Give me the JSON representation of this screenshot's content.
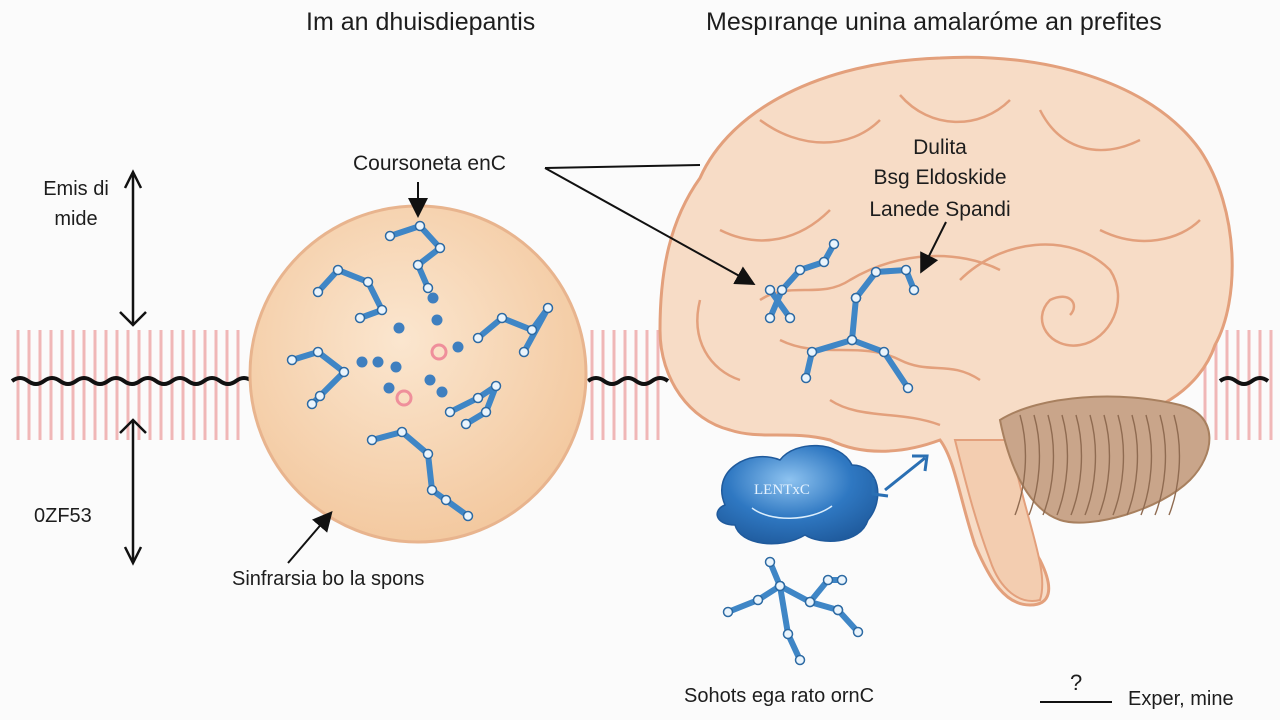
{
  "titles": {
    "left": "Im an dhuisdiepantis",
    "right": "Mespıranqe unina amalaróme an prefites"
  },
  "labels": {
    "axis_top": "Emis di\nmide",
    "axis_bottom": "0ZF53",
    "sphere_top": "Coursoneta enC",
    "sphere_bottom": "Sinfrarsia bo la spons",
    "brain_inner_line1": "Dulita",
    "brain_inner_line2": "Bsg Eldoskide",
    "brain_inner_line3": "Lanede Spandi",
    "cloud": "LENTxC",
    "bottom_molecule": "Sohots ega rato ornC",
    "legend_symbol": "?",
    "legend_text": "Exper, mine"
  },
  "colors": {
    "sphere_fill": "#f6d3b0",
    "brain_fill": "#f7dcc6",
    "brain_outline": "#e3a07c",
    "cerebellum": "#b98f72",
    "molecule": "#3f86c6",
    "membrane_stripe": "#f0b7b7",
    "cloud": "#2f78c2",
    "arrow_blue": "#2a6fb3"
  }
}
